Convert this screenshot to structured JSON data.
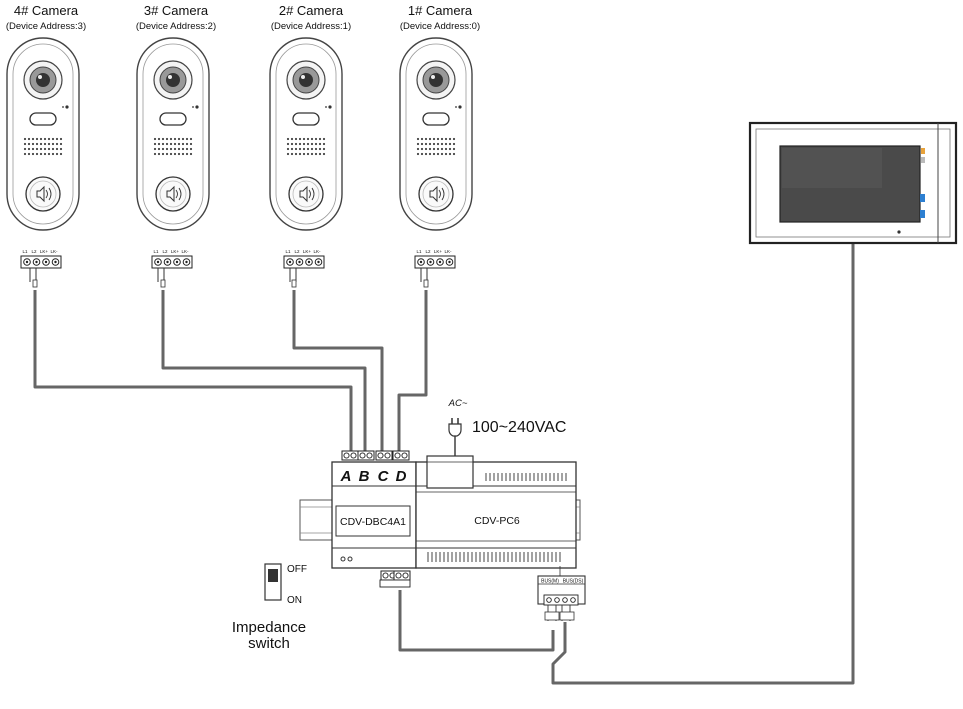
{
  "cameras": [
    {
      "title": "4# Camera",
      "address": "(Device Address:3)"
    },
    {
      "title": "3# Camera",
      "address": "(Device Address:2)"
    },
    {
      "title": "2# Camera",
      "address": "(Device Address:1)"
    },
    {
      "title": "1# Camera",
      "address": "(Device Address:0)"
    }
  ],
  "camera_terminal_labels": [
    "L1",
    "L2",
    "LK+",
    "LK-"
  ],
  "distributor": {
    "model": "CDV-DBC4A1",
    "ports": [
      "A",
      "B",
      "C",
      "D"
    ]
  },
  "power_supply": {
    "model": "CDV-PC6",
    "bus_labels": [
      "BUS(M)",
      "BUS(DS)"
    ]
  },
  "ac_input": {
    "symbol": "AC~",
    "voltage": "100~240VAC"
  },
  "impedance_switch": {
    "off": "OFF",
    "on": "ON",
    "caption_1": "Impedance",
    "caption_2": "switch"
  }
}
